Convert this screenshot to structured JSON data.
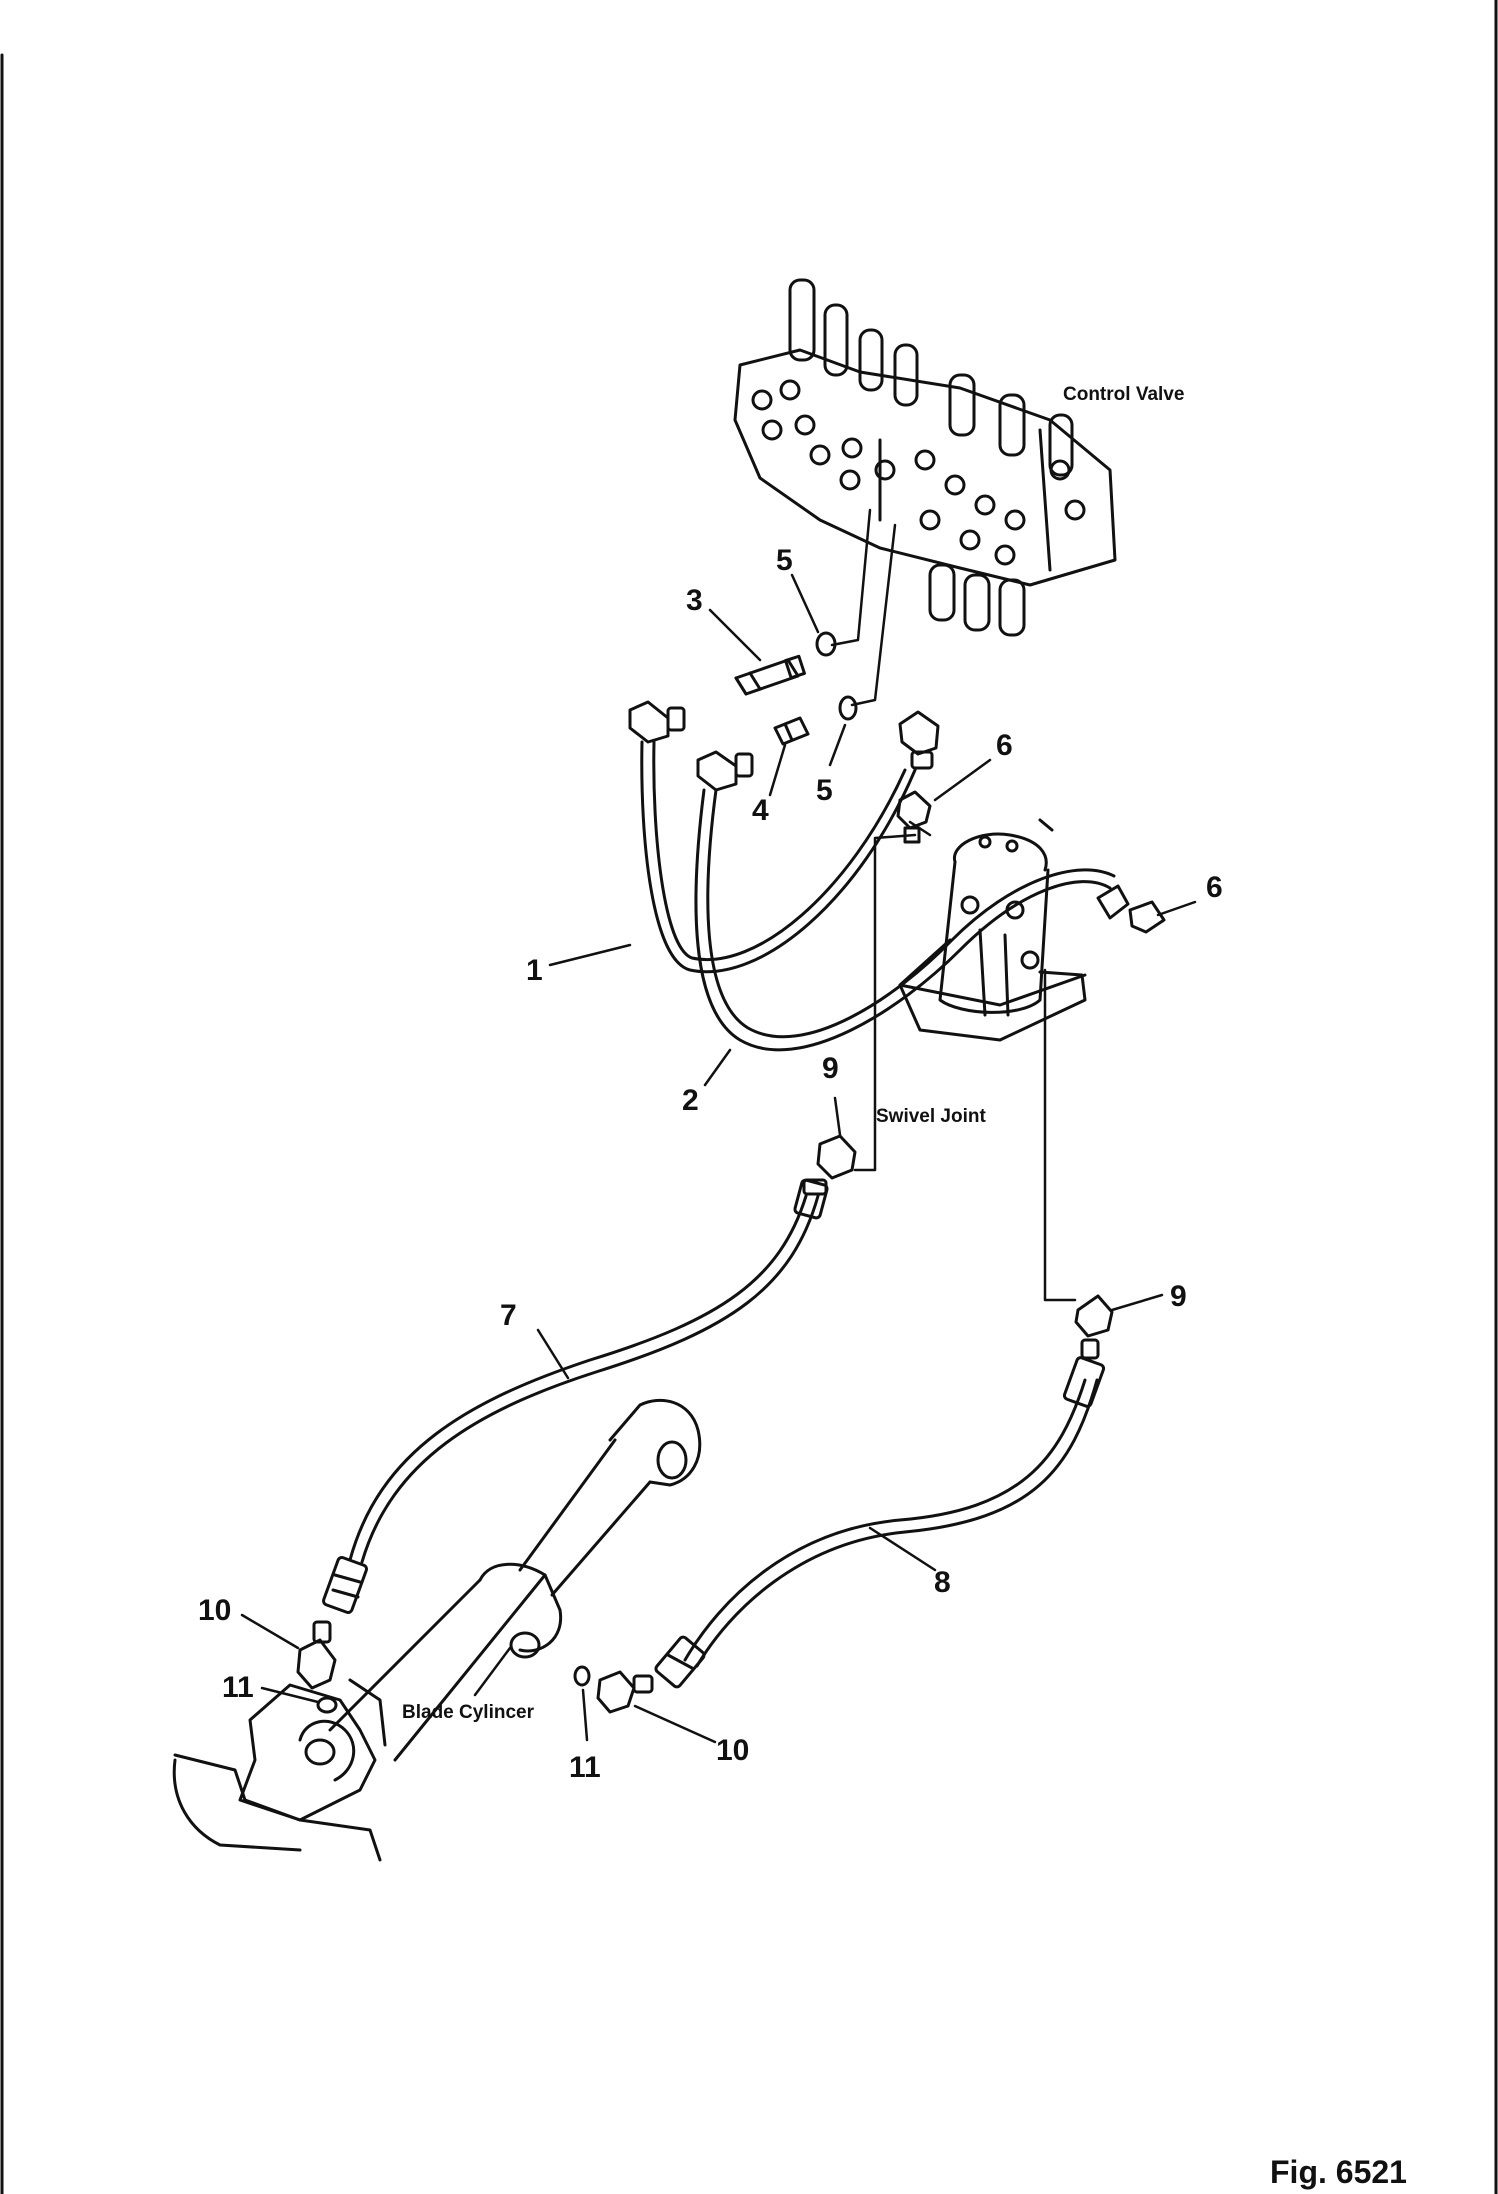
{
  "figure": {
    "label": "Fig. 6521"
  },
  "components": {
    "control_valve": "Control Valve",
    "swivel_joint": "Swivel Joint",
    "blade_cylinder": "Blade Cylincer"
  },
  "callouts": {
    "p1": "1",
    "p2": "2",
    "p3": "3",
    "p4": "4",
    "p5a": "5",
    "p5b": "5",
    "p6a": "6",
    "p6b": "6",
    "p7": "7",
    "p8": "8",
    "p9a": "9",
    "p9b": "9",
    "p10a": "10",
    "p10b": "10",
    "p11a": "11",
    "p11b": "11"
  }
}
